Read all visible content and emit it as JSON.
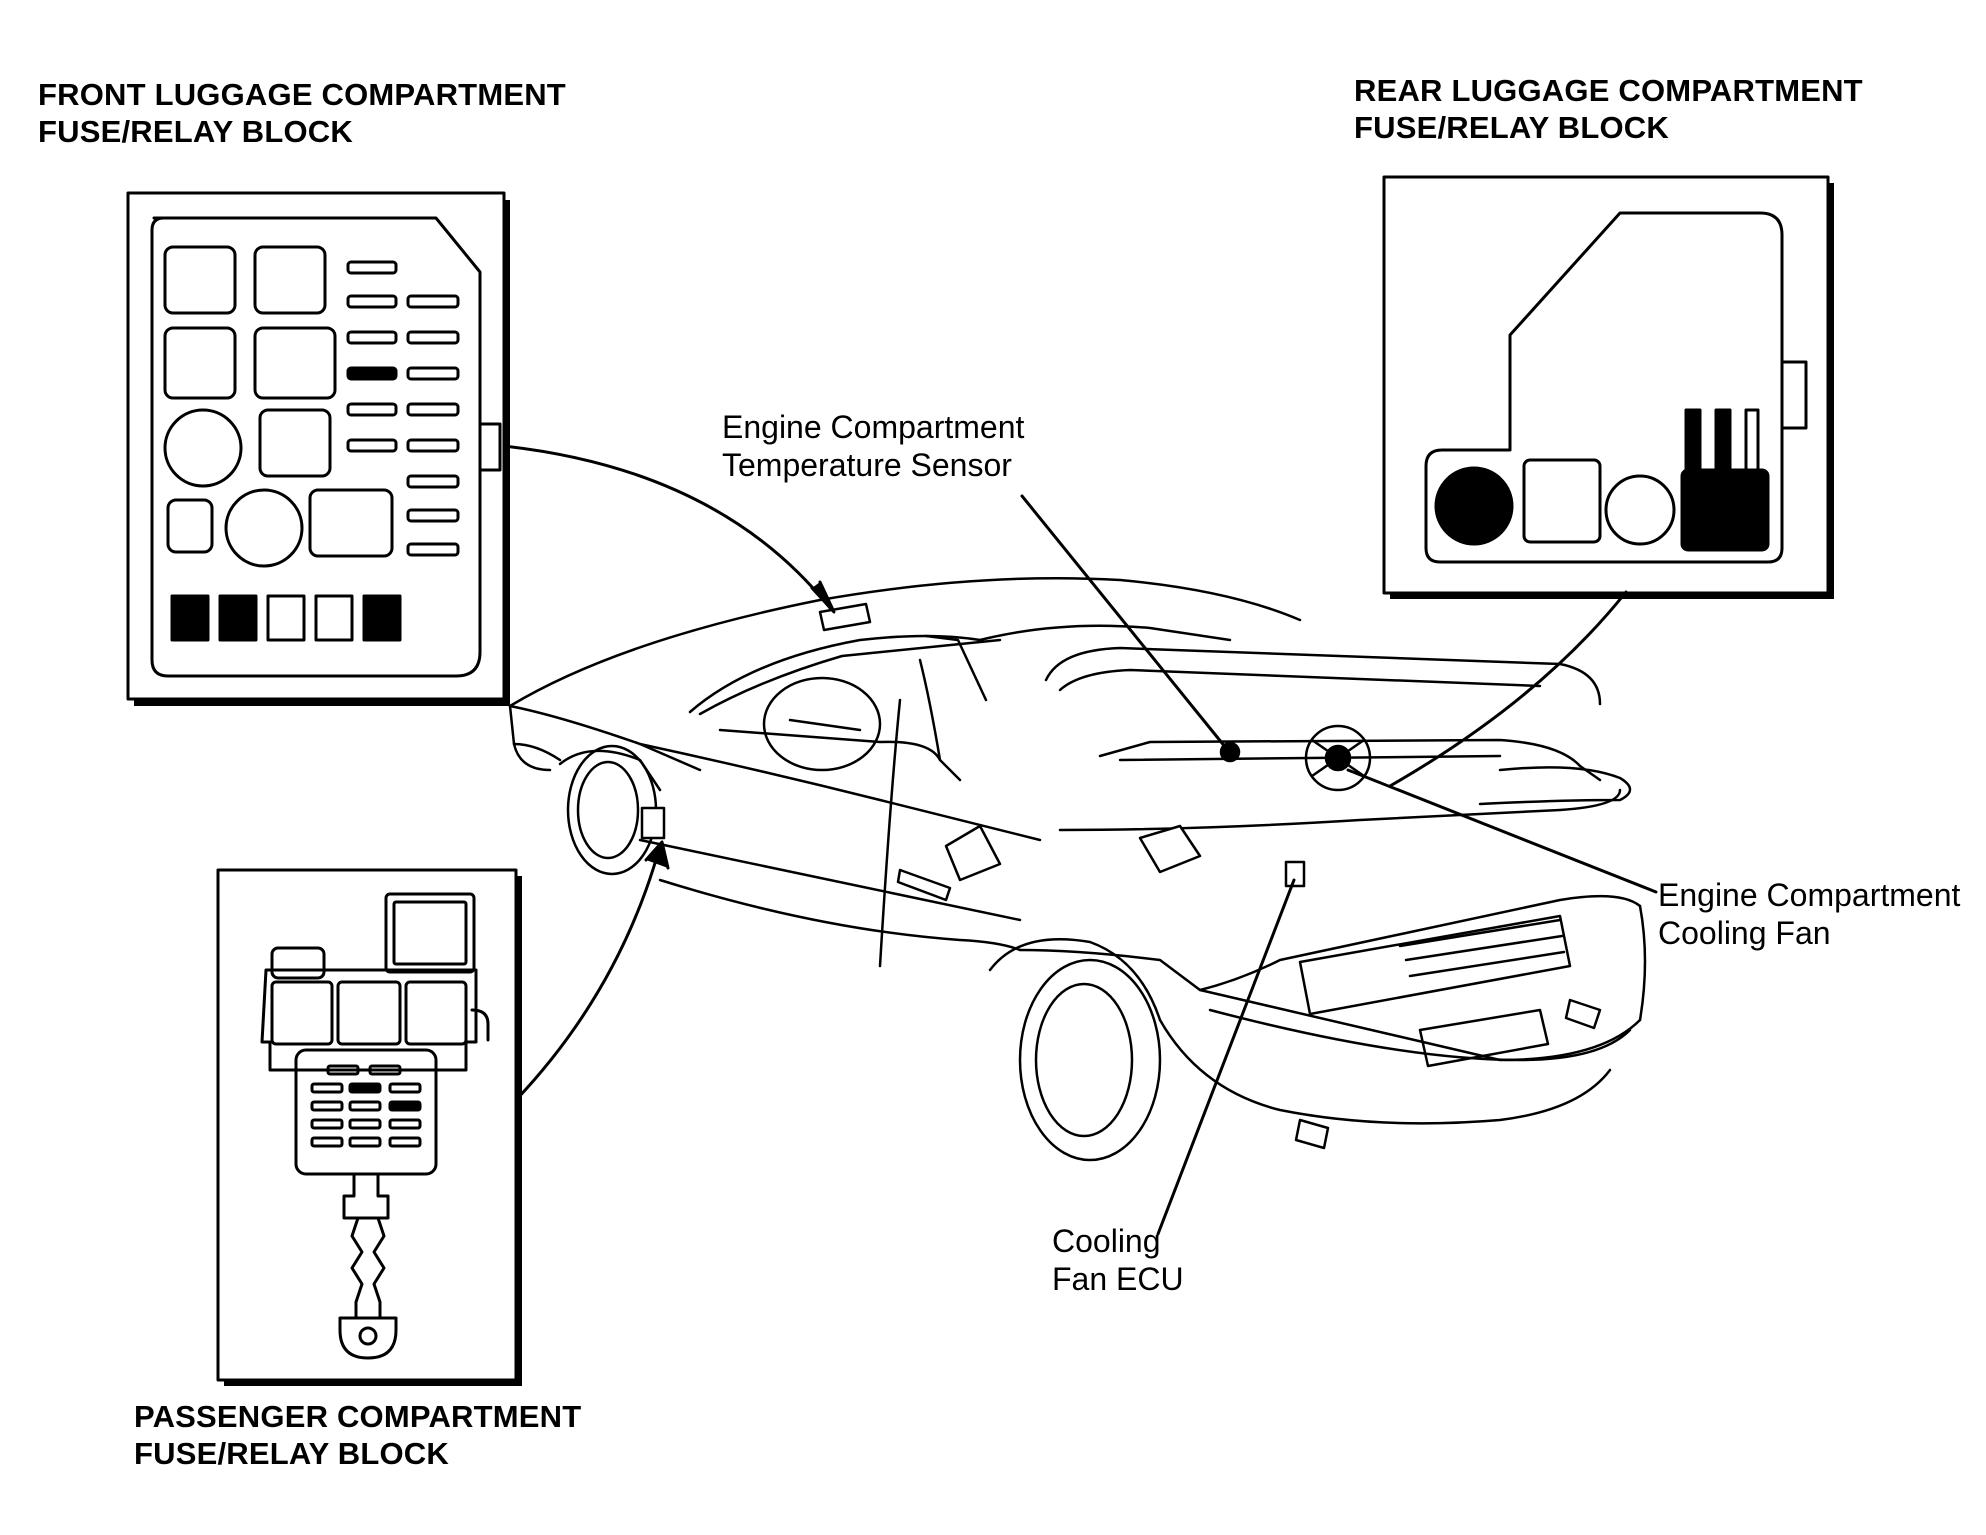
{
  "labels": {
    "front_block": {
      "line1": "FRONT LUGGAGE COMPARTMENT",
      "line2": "FUSE/RELAY BLOCK"
    },
    "rear_block": {
      "line1": "REAR LUGGAGE COMPARTMENT",
      "line2": "FUSE/RELAY BLOCK"
    },
    "passenger_block": {
      "line1": "PASSENGER COMPARTMENT",
      "line2": "FUSE/RELAY BLOCK"
    },
    "temp_sensor": {
      "line1": "Engine Compartment",
      "line2": "Temperature Sensor"
    },
    "cooling_fan": {
      "line1": "Engine Compartment",
      "line2": "Cooling Fan"
    },
    "fan_ecu": {
      "line1": "Cooling",
      "line2": "Fan ECU"
    }
  }
}
